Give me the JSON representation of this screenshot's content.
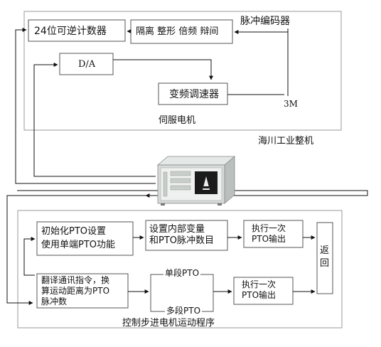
{
  "top_group": {
    "counter": "24位可逆计数器",
    "isolation": "隔离 整形 倍频 辩间",
    "encoder": "脉冲编码器",
    "da": "D/A",
    "vfd": "变频调速器",
    "three_m": "3M",
    "servo_caption": "伺服电机"
  },
  "pc_caption": "海川工业整机",
  "bottom_group": {
    "init": "初始化PTO设置\n使用单端PTO功能",
    "set_internal": "设置内部变量\n和PTO脉冲数目",
    "exec_once_1": "执行一次\nPTO输出",
    "return": "返\n回",
    "translate": "翻译通讯指令，换\n算运动距离为PTO\n脉冲数",
    "single_pto": "单段PTO",
    "multi_pto": "多段PTO",
    "exec_once_2": "执行一次\nPTO输出",
    "caption": "控制步进电机运动程序"
  },
  "colors": {
    "line": "#111111",
    "frame": "#999999",
    "pc_body": "#d5dbd8",
    "pc_panel": "#eef1ef"
  }
}
